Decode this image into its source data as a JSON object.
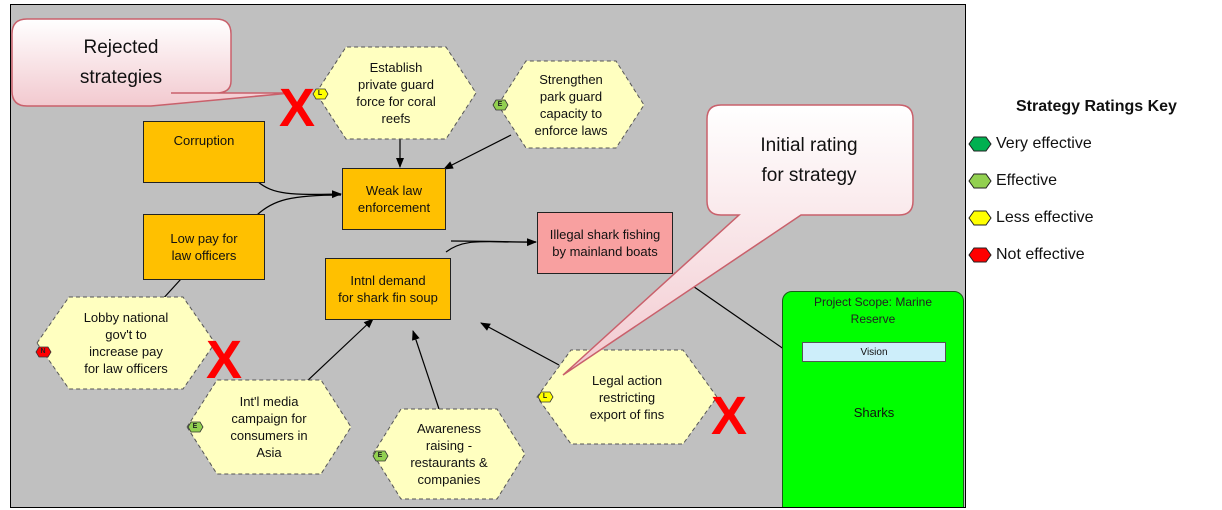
{
  "factors": {
    "corruption": "Corruption",
    "weak_law": "Weak law\nenforcement",
    "low_pay": "Low pay for\nlaw officers",
    "intl_demand": "Intnl demand\nfor shark fin soup",
    "illegal_fishing": "Illegal shark fishing\nby mainland boats"
  },
  "strategies": {
    "private_guard": {
      "text": "Establish\nprivate guard\nforce for coral\nreefs",
      "rating": "L"
    },
    "park_guard": {
      "text": "Strengthen\npark guard\ncapacity to\nenforce laws",
      "rating": "E"
    },
    "lobby": {
      "text": "Lobby national\ngov't to\nincrease pay\nfor law officers",
      "rating": "N"
    },
    "media": {
      "text": "Int'l media\ncampaign for\nconsumers in\nAsia",
      "rating": "E"
    },
    "awareness": {
      "text": "Awareness\nraising -\nrestaurants &\ncompanies",
      "rating": "E"
    },
    "legal": {
      "text": "Legal action\nrestricting\nexport of fins",
      "rating": "L"
    }
  },
  "callouts": {
    "rejected": "Rejected\nstrategies",
    "initial": "Initial rating\nfor strategy"
  },
  "reject_mark": "X",
  "scope": {
    "title": "Project Scope: Marine\nReserve",
    "vision": "Vision",
    "target": "Sharks"
  },
  "key": {
    "title": "Strategy Ratings Key",
    "items": [
      {
        "label": "Very effective",
        "color": "#00b050"
      },
      {
        "label": "Effective",
        "color": "#92d050"
      },
      {
        "label": "Less effective",
        "color": "#ffff00"
      },
      {
        "label": "Not effective",
        "color": "#ff0000"
      }
    ]
  },
  "colors": {
    "canvas": "#c0c0c0",
    "factor": "#ffc000",
    "threat": "#f8a0a0",
    "strategy": "#ffffc0",
    "scope": "#00ff00",
    "target": "#99ff99",
    "reject": "#ff0000"
  }
}
